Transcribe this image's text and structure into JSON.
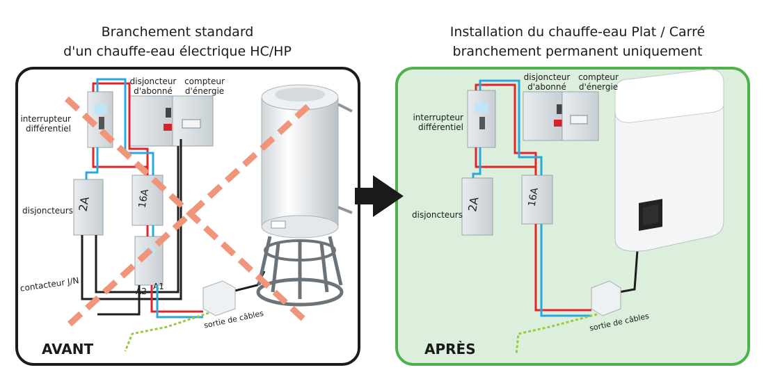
{
  "title_left": {
    "line1": "Branchement standard",
    "line2": "d'un chauffe-eau électrique HC/HP"
  },
  "title_right": {
    "line1": "Installation du chauffe-eau Plat / Carré",
    "line2": "branchement permanent uniquement"
  },
  "avant": {
    "panel_label": "AVANT",
    "labels": {
      "interrupteur_l1": "interrupteur",
      "interrupteur_l2": "différentiel",
      "disjoncteur_abonne_l1": "disjoncteur",
      "disjoncteur_abonne_l2": "d'abonné",
      "compteur_l1": "compteur",
      "compteur_l2": "d'énergie",
      "disjoncteurs": "disjoncteurs",
      "contacteur": "contacteur J/N",
      "sortie": "sortie de câbles",
      "breaker_2a": "2A",
      "breaker_16a": "16A",
      "terminal_a2": "A2",
      "terminal_a1": "A1"
    }
  },
  "apres": {
    "panel_label": "APRÈS",
    "labels": {
      "interrupteur_l1": "interrupteur",
      "interrupteur_l2": "différentiel",
      "disjoncteur_abonne_l1": "disjoncteur",
      "disjoncteur_abonne_l2": "d'abonné",
      "compteur_l1": "compteur",
      "compteur_l2": "d'énergie",
      "disjoncteurs": "disjoncteurs",
      "sortie": "sortie de câbles",
      "breaker_2a": "2A",
      "breaker_16a": "16A"
    }
  },
  "colors": {
    "frame_avant": "#1b1b1b",
    "frame_apres": "#4fb14b",
    "bg_apres": "#dcefdc",
    "cross": "#f0957a",
    "wire_red": "#e0262b",
    "wire_blue": "#2aa7dd",
    "wire_black": "#1d1d1d",
    "wire_earth": "#9ac93a"
  }
}
